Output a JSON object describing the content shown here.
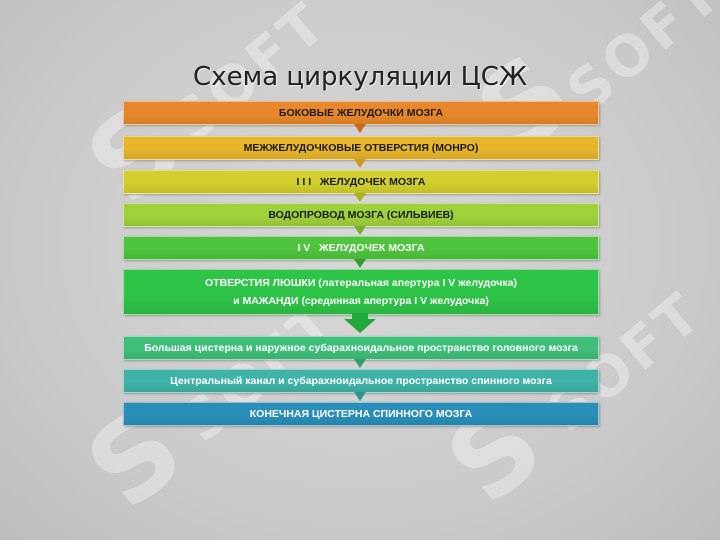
{
  "title": "Схема циркуляции ЦСЖ",
  "watermark": {
    "glyph": "S",
    "text": "SOFT"
  },
  "steps": [
    {
      "label": "БОКОВЫЕ ЖЕЛУДОЧКИ МОЗГА",
      "color": "#e8882a"
    },
    {
      "label": "МЕЖЖЕЛУДОЧКОВЫЕ ОТВЕРСТИЯ (МОНРО)",
      "color": "#e6b52a"
    },
    {
      "label": "I I I   ЖЕЛУДОЧЕК МОЗГА",
      "color": "#d2cf2e"
    },
    {
      "label": "ВОДОПРОВОД МОЗГА (СИЛЬВИЕВ)",
      "color": "#9fd23a"
    },
    {
      "label": "I V   ЖЕЛУДОЧЕК МОЗГА",
      "color": "#4fc43e"
    },
    {
      "label_line1": "ОТВЕРСТИЯ ЛЮШКИ (латеральная апертура I V желудочка)",
      "label_line2": "и МАЖАНДИ (срединная апертура I V желудочка)",
      "color": "#2ec447"
    },
    {
      "label": "Большая цистерна и наружное субарахноидальное пространство головного мозга",
      "color": "#3fbf7a"
    },
    {
      "label": "Центральный канал и субарахноидальное пространство спинного мозга",
      "color": "#3fb3a8"
    },
    {
      "label": "КОНЕЧНАЯ ЦИСТЕРНА СПИННОГО МОЗГА",
      "color": "#2a8fb8"
    }
  ]
}
